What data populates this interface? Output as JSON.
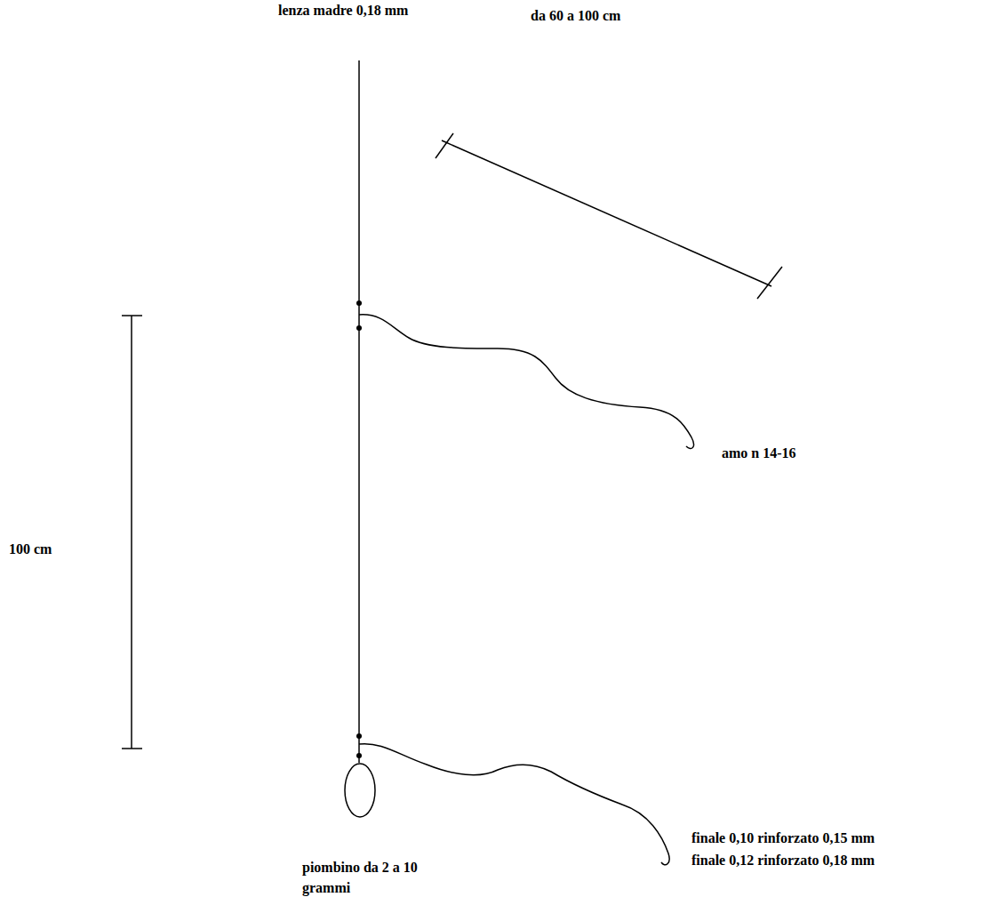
{
  "diagram": {
    "labels": [
      "lenza madre 0,18 mm",
      "da 60 a 100 cm",
      "amo n 14-16",
      "100 cm",
      "finale 0,10 rinforzato 0,15 mm",
      "finale 0,12 rinforzato 0,18 mm",
      "piombino da 2 a 10 grammi"
    ]
  }
}
